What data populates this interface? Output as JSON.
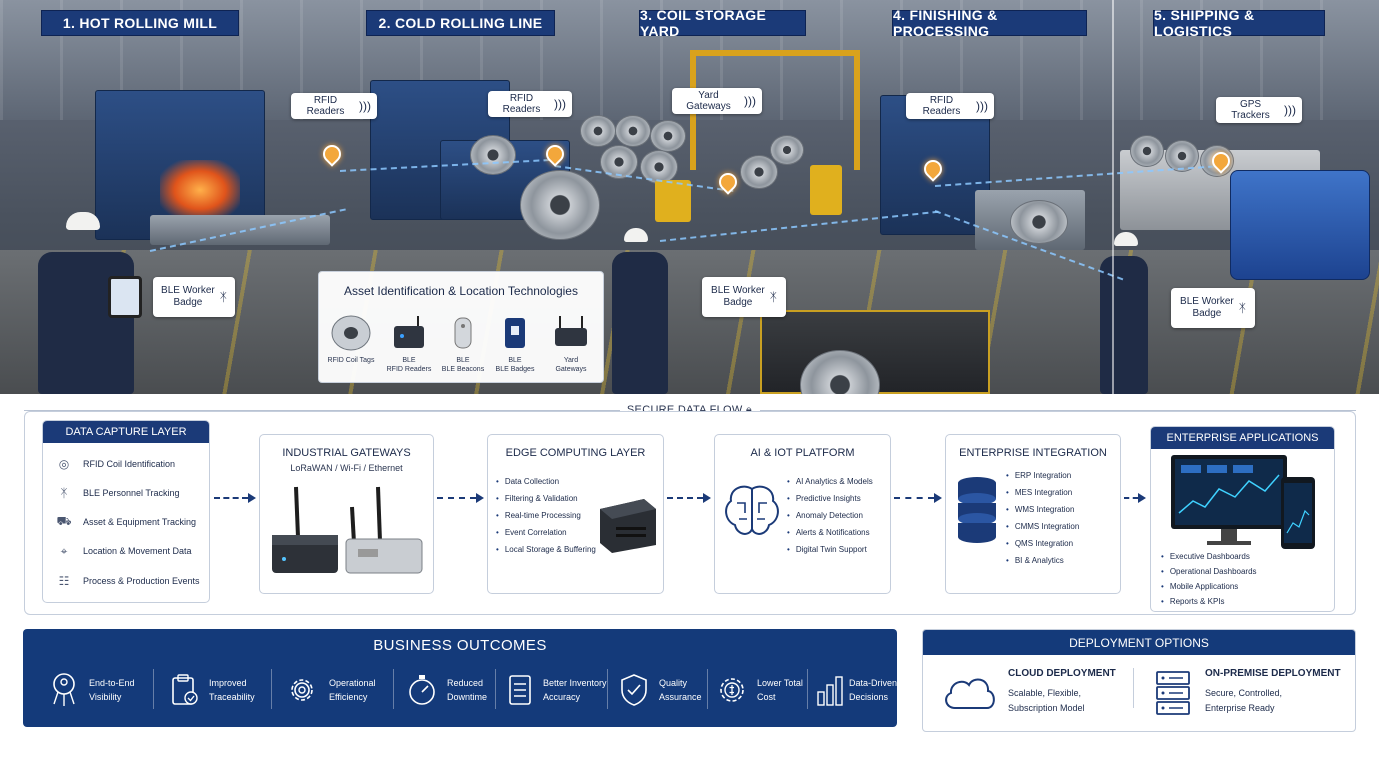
{
  "stages": [
    {
      "label": "1.  HOT ROLLING MILL"
    },
    {
      "label": "2.  COLD ROLLING LINE"
    },
    {
      "label": "3.  COIL STORAGE YARD"
    },
    {
      "label": "4.  FINISHING & PROCESSING"
    },
    {
      "label": "5.  SHIPPING & LOGISTICS"
    }
  ],
  "callouts": {
    "rfid_readers_1": "RFID Readers",
    "rfid_readers_2": "RFID Readers",
    "yard_gateways": "Yard Gateways",
    "rfid_readers_3": "RFID Readers",
    "gps_trackers": "GPS Trackers",
    "ble_badge_1_line1": "BLE Worker",
    "ble_badge_1_line2": "Badge",
    "ble_badge_2_line1": "BLE Worker",
    "ble_badge_2_line2": "Badge",
    "ble_badge_3_line1": "BLE Worker",
    "ble_badge_3_line2": "Badge"
  },
  "asset_panel": {
    "title": "Asset Identification & Location Technologies",
    "items": [
      {
        "line1": "RFID Coil Tags",
        "line2": ""
      },
      {
        "line1": "BLE",
        "line2": "RFID Readers"
      },
      {
        "line1": "BLE",
        "line2": "BLE Beacons"
      },
      {
        "line1": "BLE",
        "line2": "BLE Badges"
      },
      {
        "line1": "Yard",
        "line2": "Gateways"
      }
    ]
  },
  "secure_flow": "SECURE DATA FLOW",
  "data_capture": {
    "title": "DATA CAPTURE LAYER",
    "items": [
      {
        "label": "RFID Coil Identification",
        "icon": "rfid-icon"
      },
      {
        "label": "BLE Personnel Tracking",
        "icon": "bluetooth-icon"
      },
      {
        "label": "Asset & Equipment Tracking",
        "icon": "forklift-icon"
      },
      {
        "label": "Location & Movement Data",
        "icon": "location-pin-icon"
      },
      {
        "label": "Process & Production Events",
        "icon": "clipboard-icon"
      }
    ]
  },
  "gateways": {
    "title": "INDUSTRIAL GATEWAYS",
    "subtitle": "LoRaWAN / Wi-Fi / Ethernet"
  },
  "edge": {
    "title": "EDGE COMPUTING LAYER",
    "items": [
      "Data Collection",
      "Filtering & Validation",
      "Real-time Processing",
      "Event Correlation",
      "Local Storage & Buffering"
    ]
  },
  "ai_platform": {
    "title": "AI & IOT PLATFORM",
    "items": [
      "AI Analytics & Models",
      "Predictive Insights",
      "Anomaly Detection",
      "Alerts & Notifications",
      "Digital Twin Support"
    ]
  },
  "enterprise_integration": {
    "title": "ENTERPRISE INTEGRATION",
    "items": [
      "ERP Integration",
      "MES Integration",
      "WMS Integration",
      "CMMS Integration",
      "QMS Integration",
      "BI & Analytics"
    ]
  },
  "enterprise_apps": {
    "title": "ENTERPRISE APPLICATIONS",
    "items": [
      "Executive Dashboards",
      "Operational Dashboards",
      "Mobile Applications",
      "Reports & KPIs"
    ]
  },
  "business_outcomes": {
    "title": "BUSINESS OUTCOMES",
    "items": [
      {
        "line1": "End-to-End",
        "line2": "Visibility",
        "icon": "network-person-icon"
      },
      {
        "line1": "Improved",
        "line2": "Traceability",
        "icon": "clipboard-check-icon"
      },
      {
        "line1": "Operational",
        "line2": "Efficiency",
        "icon": "gear-icon"
      },
      {
        "line1": "Reduced",
        "line2": "Downtime",
        "icon": "stopwatch-icon"
      },
      {
        "line1": "Better Inventory",
        "line2": "Accuracy",
        "icon": "checklist-icon"
      },
      {
        "line1": "Quality",
        "line2": "Assurance",
        "icon": "shield-check-icon"
      },
      {
        "line1": "Lower Total",
        "line2": "Cost",
        "icon": "cost-gear-icon"
      },
      {
        "line1": "Data-Driven",
        "line2": "Decisions",
        "icon": "bar-chart-icon"
      }
    ]
  },
  "deployment": {
    "title": "DEPLOYMENT OPTIONS",
    "cloud": {
      "title": "CLOUD DEPLOYMENT",
      "line1": "Scalable, Flexible,",
      "line2": "Subscription Model"
    },
    "onprem": {
      "title": "ON-PREMISE DEPLOYMENT",
      "line1": "Secure, Controlled,",
      "line2": "Enterprise Ready"
    }
  },
  "colors": {
    "navy": "#1b3a78",
    "accent_orange": "#f3a73b",
    "frame": "#c5cedc"
  }
}
